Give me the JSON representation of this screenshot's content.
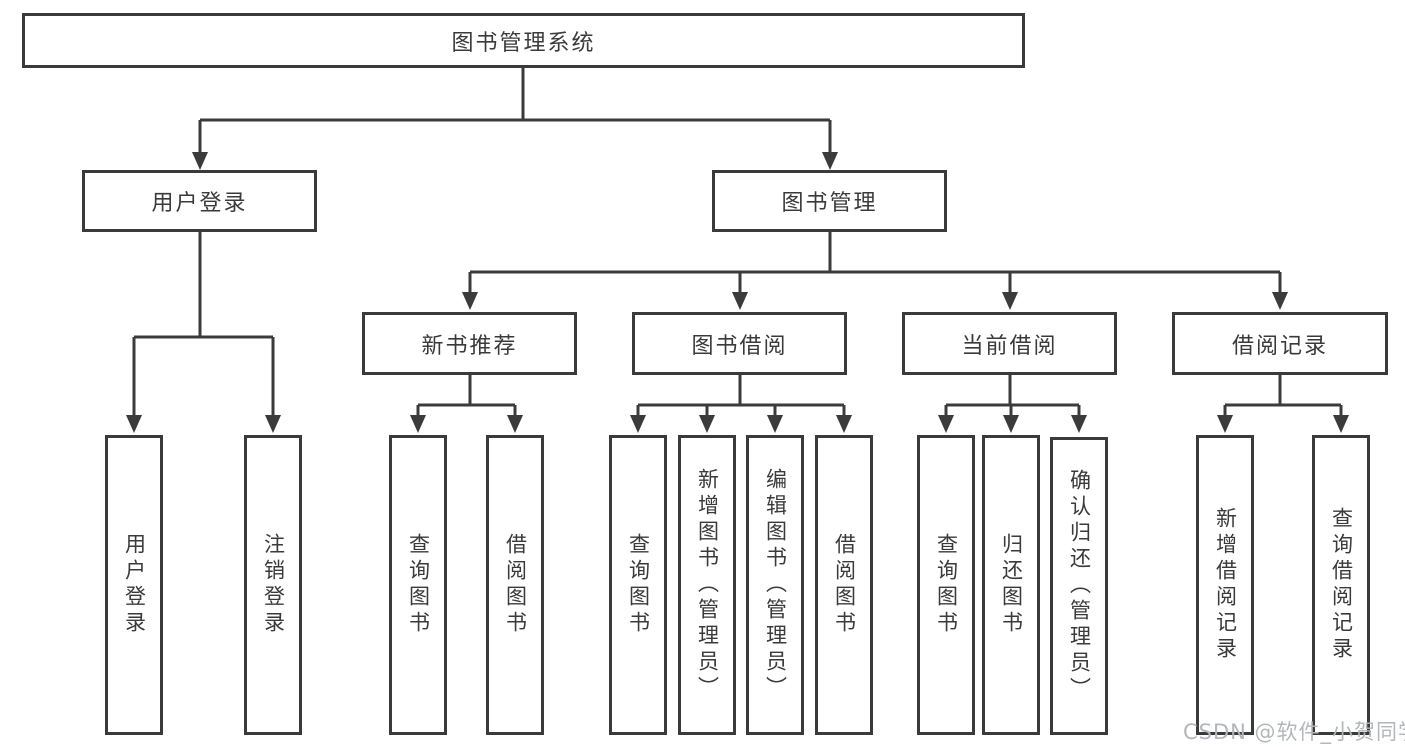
{
  "diagram": {
    "root": {
      "label": "图书管理系统"
    },
    "level2": [
      {
        "label": "用户登录"
      },
      {
        "label": "图书管理"
      }
    ],
    "level3": [
      {
        "label": "新书推荐"
      },
      {
        "label": "图书借阅"
      },
      {
        "label": "当前借阅"
      },
      {
        "label": "借阅记录"
      }
    ],
    "leaves": {
      "user_login": [
        "用户登录",
        "注销登录"
      ],
      "new_book": [
        "查询图书",
        "借阅图书"
      ],
      "book_borrow": [
        "查询图书",
        "新增图书（管理员）",
        "编辑图书（管理员）",
        "借阅图书"
      ],
      "current_borrow": [
        "查询图书",
        "归还图书",
        "确认归还（管理员）"
      ],
      "borrow_record": [
        "新增借阅记录",
        "查询借阅记录"
      ]
    },
    "colors": {
      "line": "#3b3b3b",
      "border": "#3a3a3a",
      "text": "#3a3a3a",
      "background": "#ffffff",
      "watermark": "#b3b7bb"
    },
    "watermark": "CSDN @软件_小贺同学"
  }
}
